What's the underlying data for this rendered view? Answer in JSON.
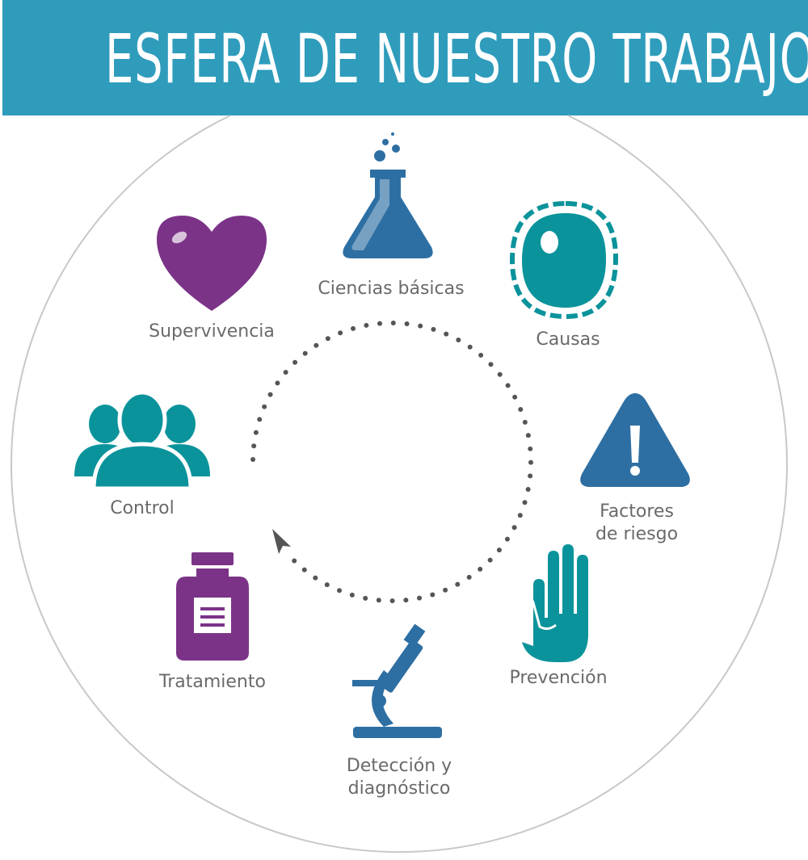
{
  "title": "ESFERA DE NUESTRO TRABAJO",
  "colors": {
    "header": "#2f9cbc",
    "blue": "#2e6fa3",
    "teal": "#0b939b",
    "purple": "#7b3388",
    "text": "#6a6a6a",
    "dots": "#555555"
  },
  "items": [
    {
      "label": "Ciencias básicas",
      "icon": "flask-icon"
    },
    {
      "label": "Causas",
      "icon": "cell-icon"
    },
    {
      "label": "Factores de riesgo",
      "icon": "warning-icon"
    },
    {
      "label": "Prevención",
      "icon": "hand-icon"
    },
    {
      "label": "Detección y diagnóstico",
      "icon": "microscope-icon"
    },
    {
      "label": "Tratamiento",
      "icon": "medicine-bottle-icon"
    },
    {
      "label": "Control",
      "icon": "people-icon"
    },
    {
      "label": "Supervivencia",
      "icon": "heart-icon"
    }
  ]
}
